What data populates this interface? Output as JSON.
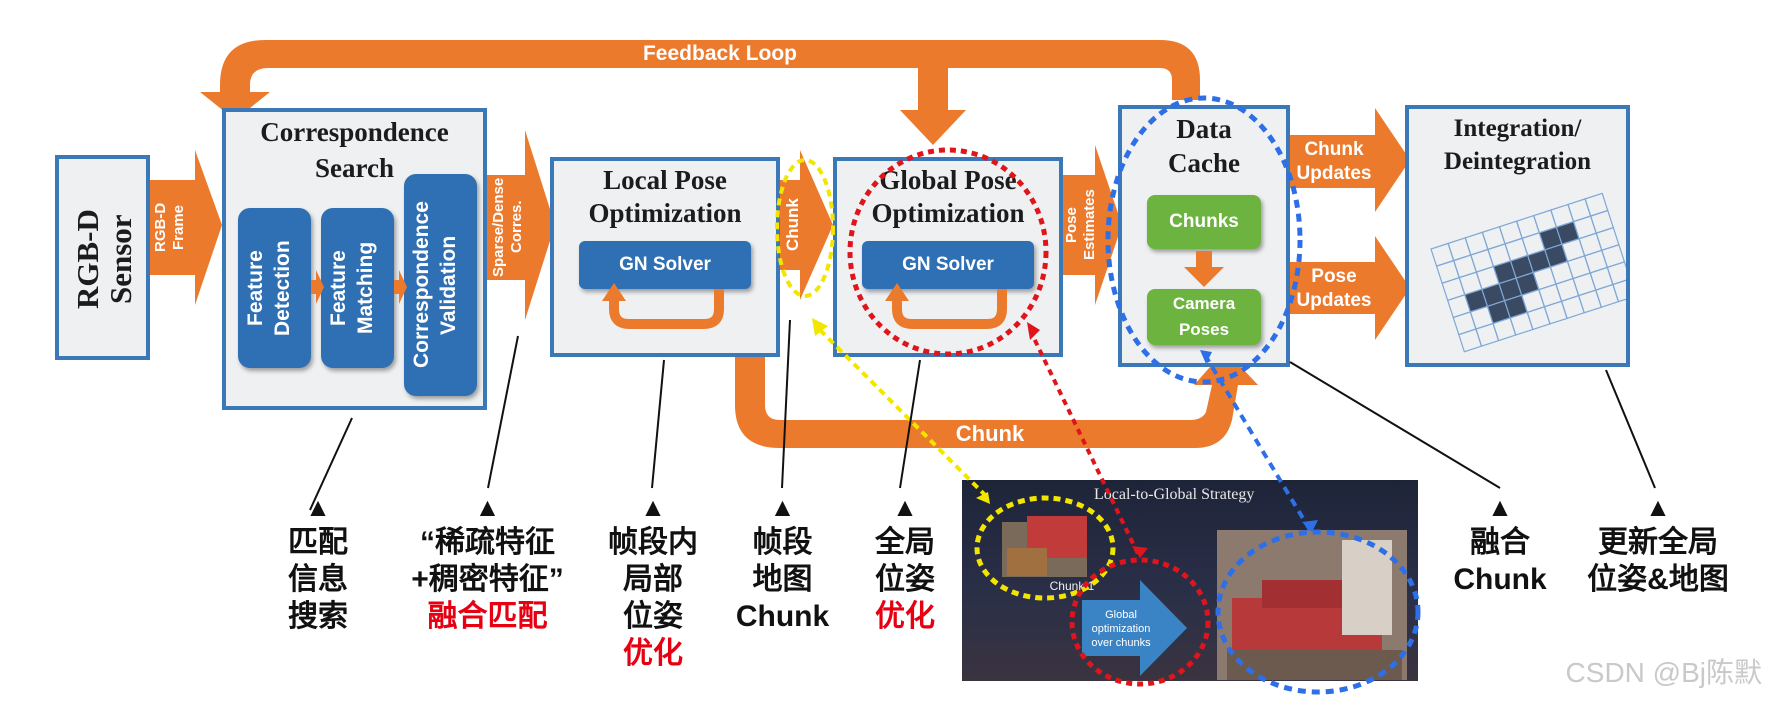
{
  "colors": {
    "orange": "#ec7a2d",
    "blue": "#3a78b7",
    "green": "#6db33f",
    "red_text": "#e60012",
    "yellow_dash": "#f2e600",
    "red_dash": "#e0151b",
    "blue_dash": "#2e6fe8"
  },
  "diagram": {
    "feedback_loop": "Feedback Loop",
    "rgbd_sensor": "RGB-D Sensor",
    "rgbd_frame": "RGB-D Frame",
    "correspondence_search": "Correspondence Search",
    "feature_detection": "Feature Detection",
    "feature_matching": "Feature Matching",
    "correspondence_validation": "Correspondence Validation",
    "sparse_dense": "Sparse/Dense Corres.",
    "local_pose_opt": "Local Pose Optimization",
    "gn_solver_local": "GN Solver",
    "chunk_mid": "Chunk",
    "global_pose_opt": "Global Pose Optimization",
    "gn_solver_global": "GN Solver",
    "pose_estimates": "Pose Estimates",
    "data_cache": "Data Cache",
    "chunks": "Chunks",
    "camera_poses": "Camera Poses",
    "chunk_updates": "Chunk Updates",
    "pose_updates": "Pose Updates",
    "integration": "Integration/ Deintegration",
    "chunk_bottom": "Chunk"
  },
  "annotations": [
    {
      "marker": "▲",
      "lines": [
        "匹配",
        "信息",
        "搜索"
      ],
      "red_lines": []
    },
    {
      "marker": "▲",
      "lines": [
        "“稀疏特征",
        "+稠密特征”"
      ],
      "red_lines": [
        "融合匹配"
      ]
    },
    {
      "marker": "▲",
      "lines": [
        "帧段内",
        "局部",
        "位姿"
      ],
      "red_lines": [
        "优化"
      ]
    },
    {
      "marker": "▲",
      "lines": [
        "帧段",
        "地图",
        "Chunk"
      ],
      "red_lines": []
    },
    {
      "marker": "▲",
      "lines": [
        "全局",
        "位姿"
      ],
      "red_lines": [
        "优化"
      ]
    },
    {
      "marker": "▲",
      "lines": [
        "融合",
        "Chunk"
      ],
      "red_lines": []
    },
    {
      "marker": "▲",
      "lines": [
        "更新全局",
        "位姿&地图"
      ],
      "red_lines": []
    }
  ],
  "inset": {
    "title": "Local-to-Global Strategy",
    "chunk_label": "Chunk 1",
    "global_opt": "Global optimization over chunks"
  },
  "watermark": "CSDN @Bj陈默"
}
